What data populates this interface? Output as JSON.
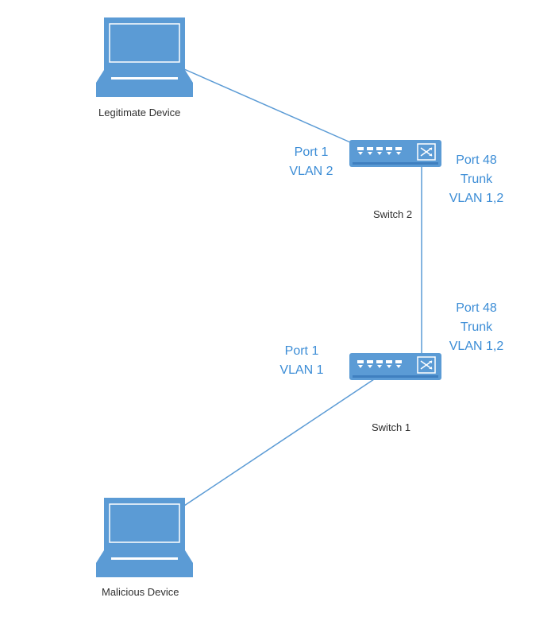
{
  "colors": {
    "device_blue": "#5b9bd5",
    "device_dark": "#3f7fbf",
    "screen_line": "#ffffff",
    "link_line": "#5b9bd5",
    "port_label": "#3c8dd6",
    "text": "#2f2f2f"
  },
  "nodes": {
    "legitimate_device": {
      "label": "Legitimate Device",
      "icon": "laptop-icon"
    },
    "malicious_device": {
      "label": "Malicious Device",
      "icon": "laptop-icon"
    },
    "switch_2": {
      "label": "Switch 2",
      "icon": "network-switch-icon"
    },
    "switch_1": {
      "label": "Switch 1",
      "icon": "network-switch-icon"
    }
  },
  "ports": {
    "switch2_port1": {
      "line1": "Port 1",
      "line2": "VLAN 2"
    },
    "switch2_port48": {
      "line1": "Port 48",
      "line2": "Trunk",
      "line3": "VLAN 1,2"
    },
    "switch1_port1": {
      "line1": "Port 1",
      "line2": "VLAN 1"
    },
    "switch1_port48": {
      "line1": "Port 48",
      "line2": "Trunk",
      "line3": "VLAN 1,2"
    }
  },
  "links": [
    {
      "from": "legitimate_device",
      "to": "switch_2"
    },
    {
      "from": "switch_2",
      "to": "switch_1"
    },
    {
      "from": "switch_1",
      "to": "malicious_device"
    }
  ]
}
